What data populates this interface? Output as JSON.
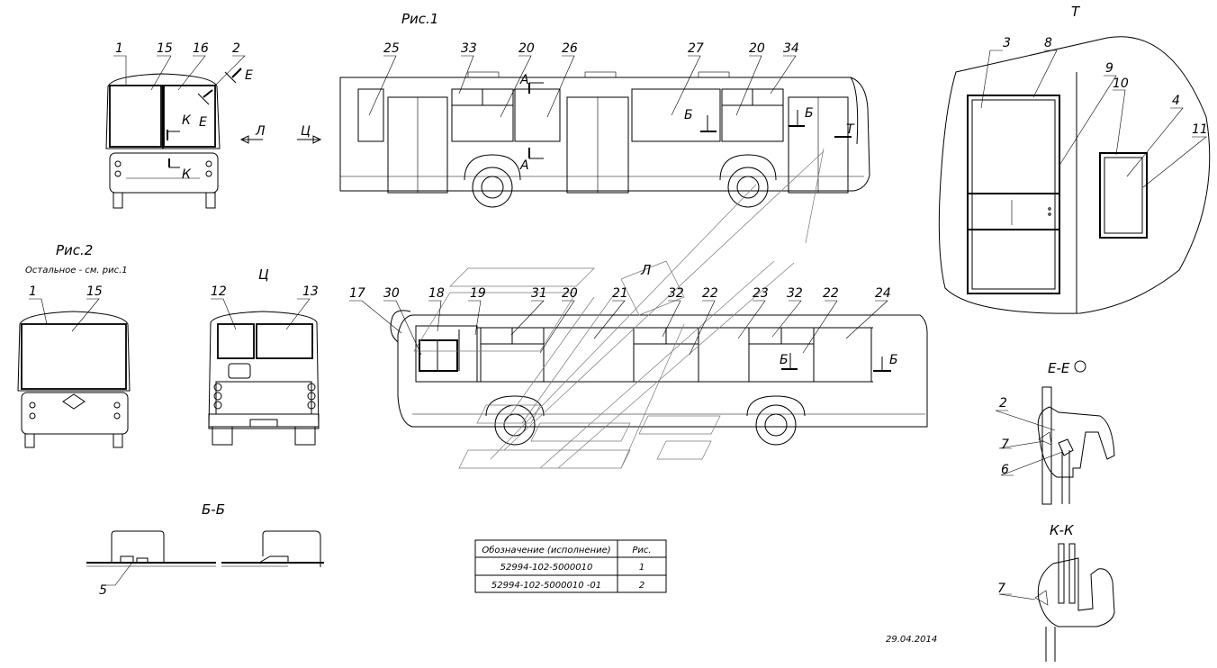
{
  "figures": {
    "fig1_title": "Рис.1",
    "fig2_title": "Рис.2",
    "fig2_note": "Остальное - см. рис.1",
    "view_t": "Т",
    "view_ts": "Ц",
    "view_l": "Л",
    "section_ee": "Е-Е",
    "section_kk": "К-К",
    "section_bb": "Б-Б"
  },
  "markers": {
    "e": "Е",
    "k": "К",
    "l": "Л",
    "ts": "Ц",
    "a": "А",
    "b": "Б",
    "t": "Т"
  },
  "callouts": {
    "n1": "1",
    "n2": "2",
    "n3": "3",
    "n4": "4",
    "n5": "5",
    "n6": "6",
    "n7": "7",
    "n8": "8",
    "n9": "9",
    "n10": "10",
    "n11": "11",
    "n12": "12",
    "n13": "13",
    "n15": "15",
    "n16": "16",
    "n17": "17",
    "n18": "18",
    "n19": "19",
    "n20": "20",
    "n21": "21",
    "n22": "22",
    "n23": "23",
    "n24": "24",
    "n25": "25",
    "n26": "26",
    "n27": "27",
    "n30": "30",
    "n31": "31",
    "n32": "32",
    "n33": "33",
    "n34": "34"
  },
  "table": {
    "headers": [
      "Обозначение (исполнение)",
      "Рис."
    ],
    "rows": [
      [
        "52994-102-5000010",
        "1"
      ],
      [
        "52994-102-5000010 -01",
        "2"
      ]
    ]
  },
  "date": "29.04.2014"
}
